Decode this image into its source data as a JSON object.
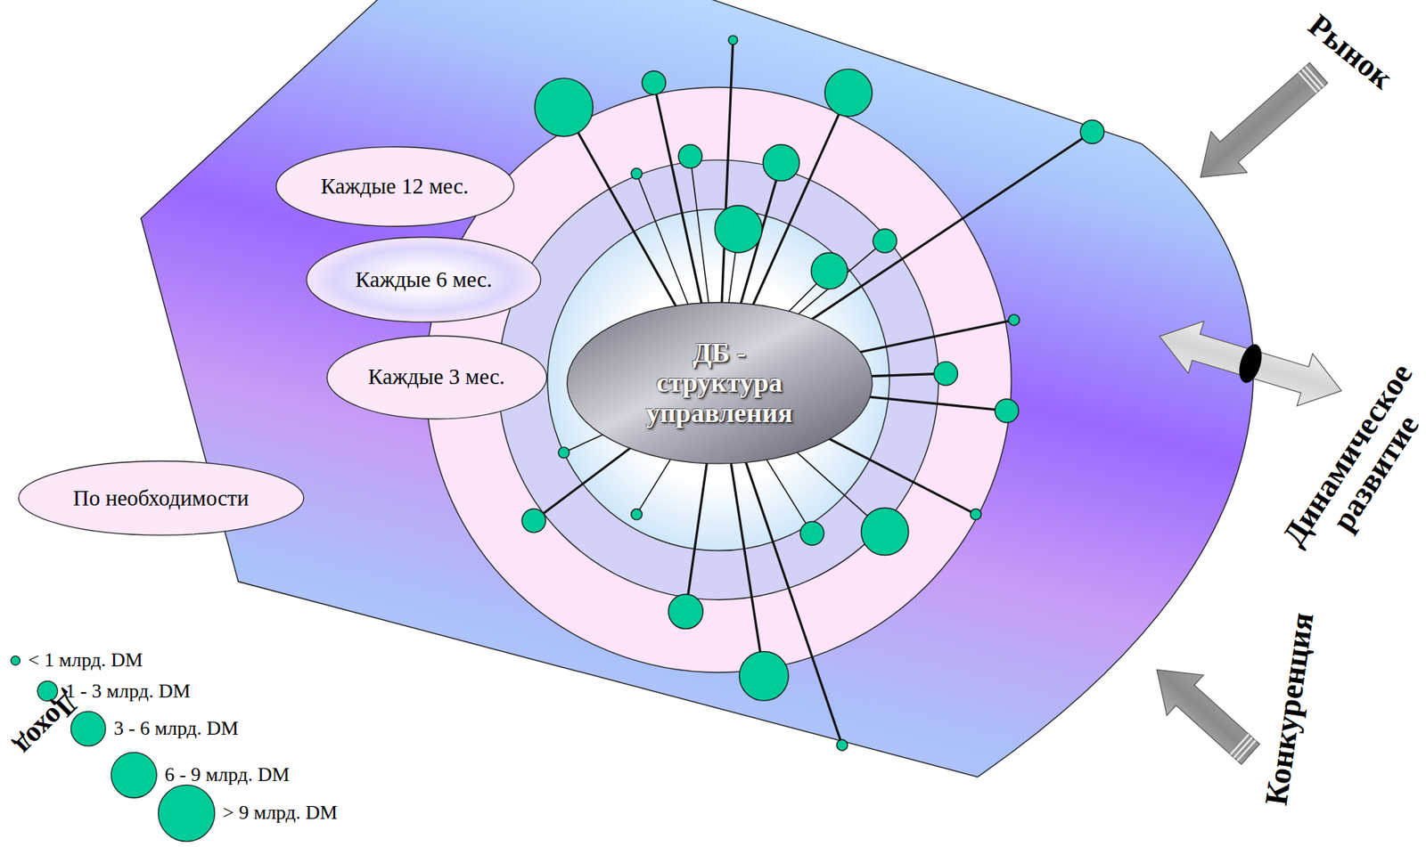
{
  "diagram": {
    "nodes": [
      {
        "text": [
          "Каждые 12 мес."
        ]
      },
      {
        "text": [
          "Каждые 6 мес."
        ]
      },
      {
        "text": [
          "Каждые 3 мес."
        ]
      },
      {
        "text": [
          "ДБ - структура управления"
        ]
      },
      {
        "text": [
          "По необходимости"
        ]
      }
    ],
    "labels": [
      "Рынок",
      "Динамическое развитие",
      "Конкуренция",
      "Доход"
    ],
    "legend": [
      {
        "text": "< 1 млрд. DM"
      },
      {
        "text": "1 - 3 млрд. DM"
      },
      {
        "text": "3 - 6 млрд. DM"
      },
      {
        "text": "6 - 9 млрд. DM"
      },
      {
        "text": "> 9 млрд. DM"
      }
    ]
  }
}
